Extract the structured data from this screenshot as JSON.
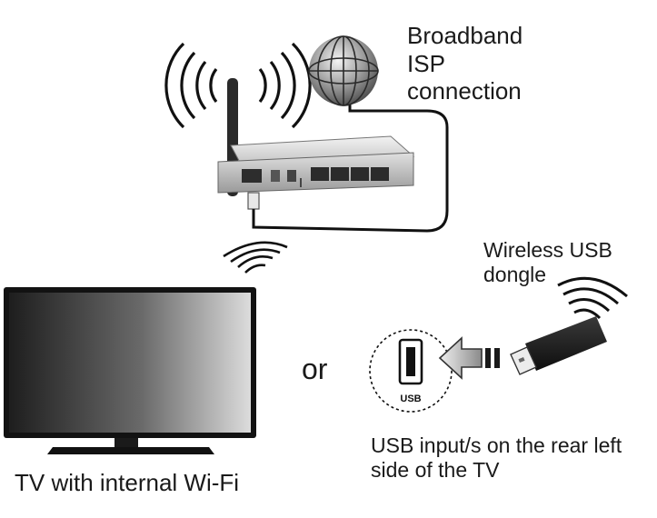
{
  "labels": {
    "broadband": [
      "Broadband",
      "ISP",
      "connection"
    ],
    "dongle": [
      "Wireless USB",
      "dongle"
    ],
    "or": "or",
    "usb_input": [
      "USB input/s on the rear left",
      "side of the TV"
    ],
    "tv": "TV with internal Wi-Fi",
    "usb_port": "USB"
  },
  "icons": {
    "router": "wireless-router-icon",
    "globe": "globe-icon",
    "tv": "tv-icon",
    "dongle": "usb-dongle-icon",
    "usb_port": "usb-port-icon",
    "arrow": "left-arrow-icon",
    "signal": "wifi-signal-icon"
  }
}
